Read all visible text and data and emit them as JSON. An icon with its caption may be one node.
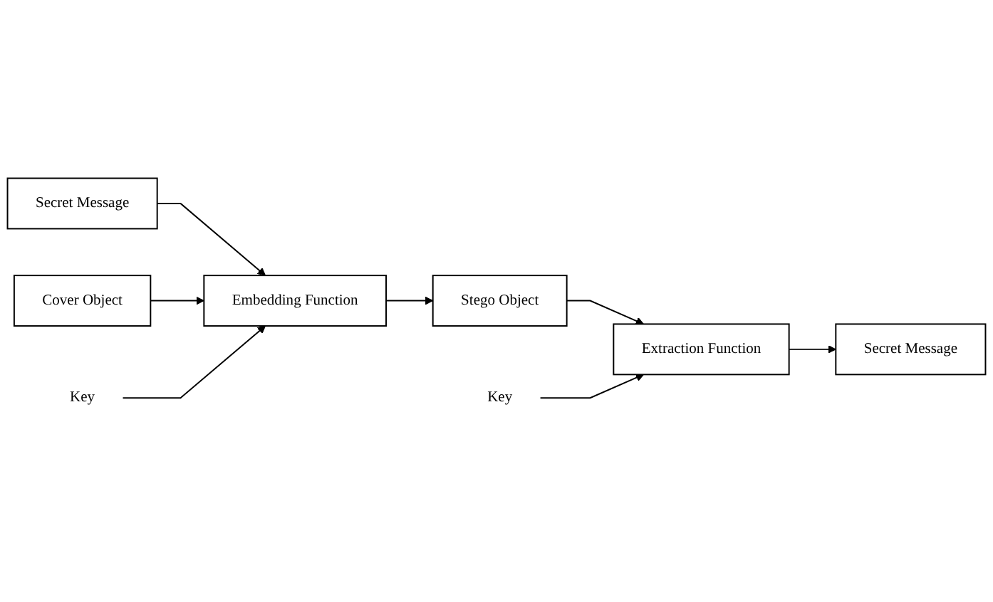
{
  "diagram": {
    "nodes": [
      {
        "text": [
          "Secret Message"
        ]
      },
      {
        "text": [
          "Key"
        ]
      },
      {
        "text": [
          "Key"
        ]
      },
      {
        "text": [
          "Embedding Function"
        ]
      },
      {
        "text": [
          "Stego Object"
        ]
      },
      {
        "text": [
          "Extraction Function"
        ]
      },
      {
        "text": [
          "Secret Message"
        ]
      },
      {
        "text": [
          "Cover Object"
        ]
      }
    ],
    "edges": [
      {
        "from": 0,
        "to": 3,
        "arrow": "to"
      },
      {
        "from": 7,
        "to": 3,
        "arrow": "to"
      },
      {
        "from": 1,
        "to": 3,
        "arrow": "to"
      },
      {
        "from": 3,
        "to": 4,
        "arrow": "to"
      },
      {
        "from": 4,
        "to": 5,
        "arrow": "to"
      },
      {
        "from": 2,
        "to": 5,
        "arrow": "to"
      },
      {
        "from": 5,
        "to": 6,
        "arrow": "to"
      }
    ]
  }
}
